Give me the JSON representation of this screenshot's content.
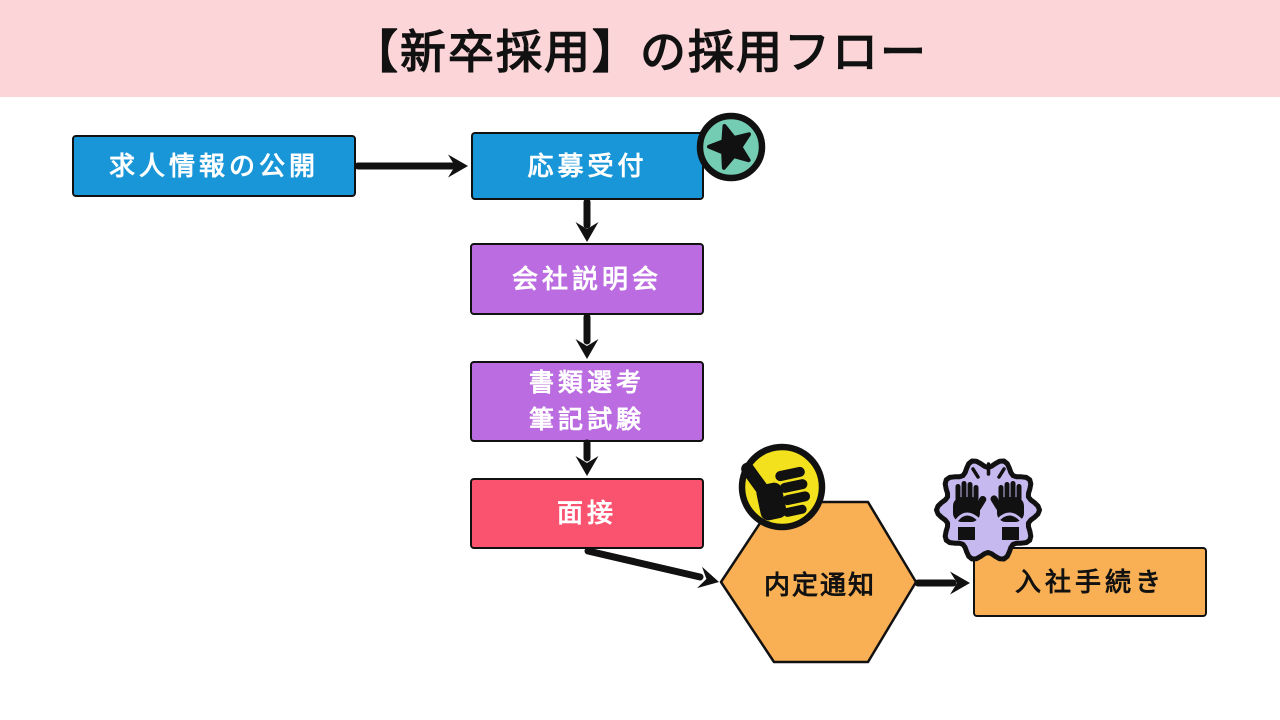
{
  "title": "【新卒採用】の採用フロー",
  "colors": {
    "page_bg": "#ffffff",
    "banner": "#fbd5d8",
    "blue": "#1996d8",
    "purple": "#bb6ce0",
    "red": "#f9536f",
    "orange": "#f9b054",
    "teal": "#74ccb2",
    "yellow": "#f4e11d",
    "lavender": "#c6b9ef",
    "line": "#111111",
    "text_light": "#ffffff",
    "text_dark": "#111111"
  },
  "flow": {
    "steps": [
      {
        "name": "job-posting",
        "shape": "rectangle",
        "color": "blue",
        "lines": [
          "求人情報の公開"
        ]
      },
      {
        "name": "application-intake",
        "shape": "rectangle",
        "color": "blue",
        "badge": "star-icon",
        "lines": [
          "応募受付"
        ]
      },
      {
        "name": "company-info-session",
        "shape": "rectangle",
        "color": "purple",
        "lines": [
          "会社説明会"
        ]
      },
      {
        "name": "document-screening",
        "shape": "rectangle",
        "color": "purple",
        "lines": [
          "書類選考",
          "筆記試験"
        ]
      },
      {
        "name": "interview",
        "shape": "rectangle",
        "color": "red",
        "lines": [
          "面接"
        ]
      },
      {
        "name": "offer-notification",
        "shape": "hexagon",
        "color": "orange",
        "badge": "thumbs-up-icon",
        "lines": [
          "内定通知"
        ]
      },
      {
        "name": "onboarding-procedures",
        "shape": "rectangle",
        "color": "orange",
        "badge": "raised-hands-icon",
        "lines": [
          "入社手続き"
        ]
      }
    ]
  },
  "icons": {
    "star": "★",
    "thumbs_up": "👍",
    "raised_hands": "🙌"
  }
}
